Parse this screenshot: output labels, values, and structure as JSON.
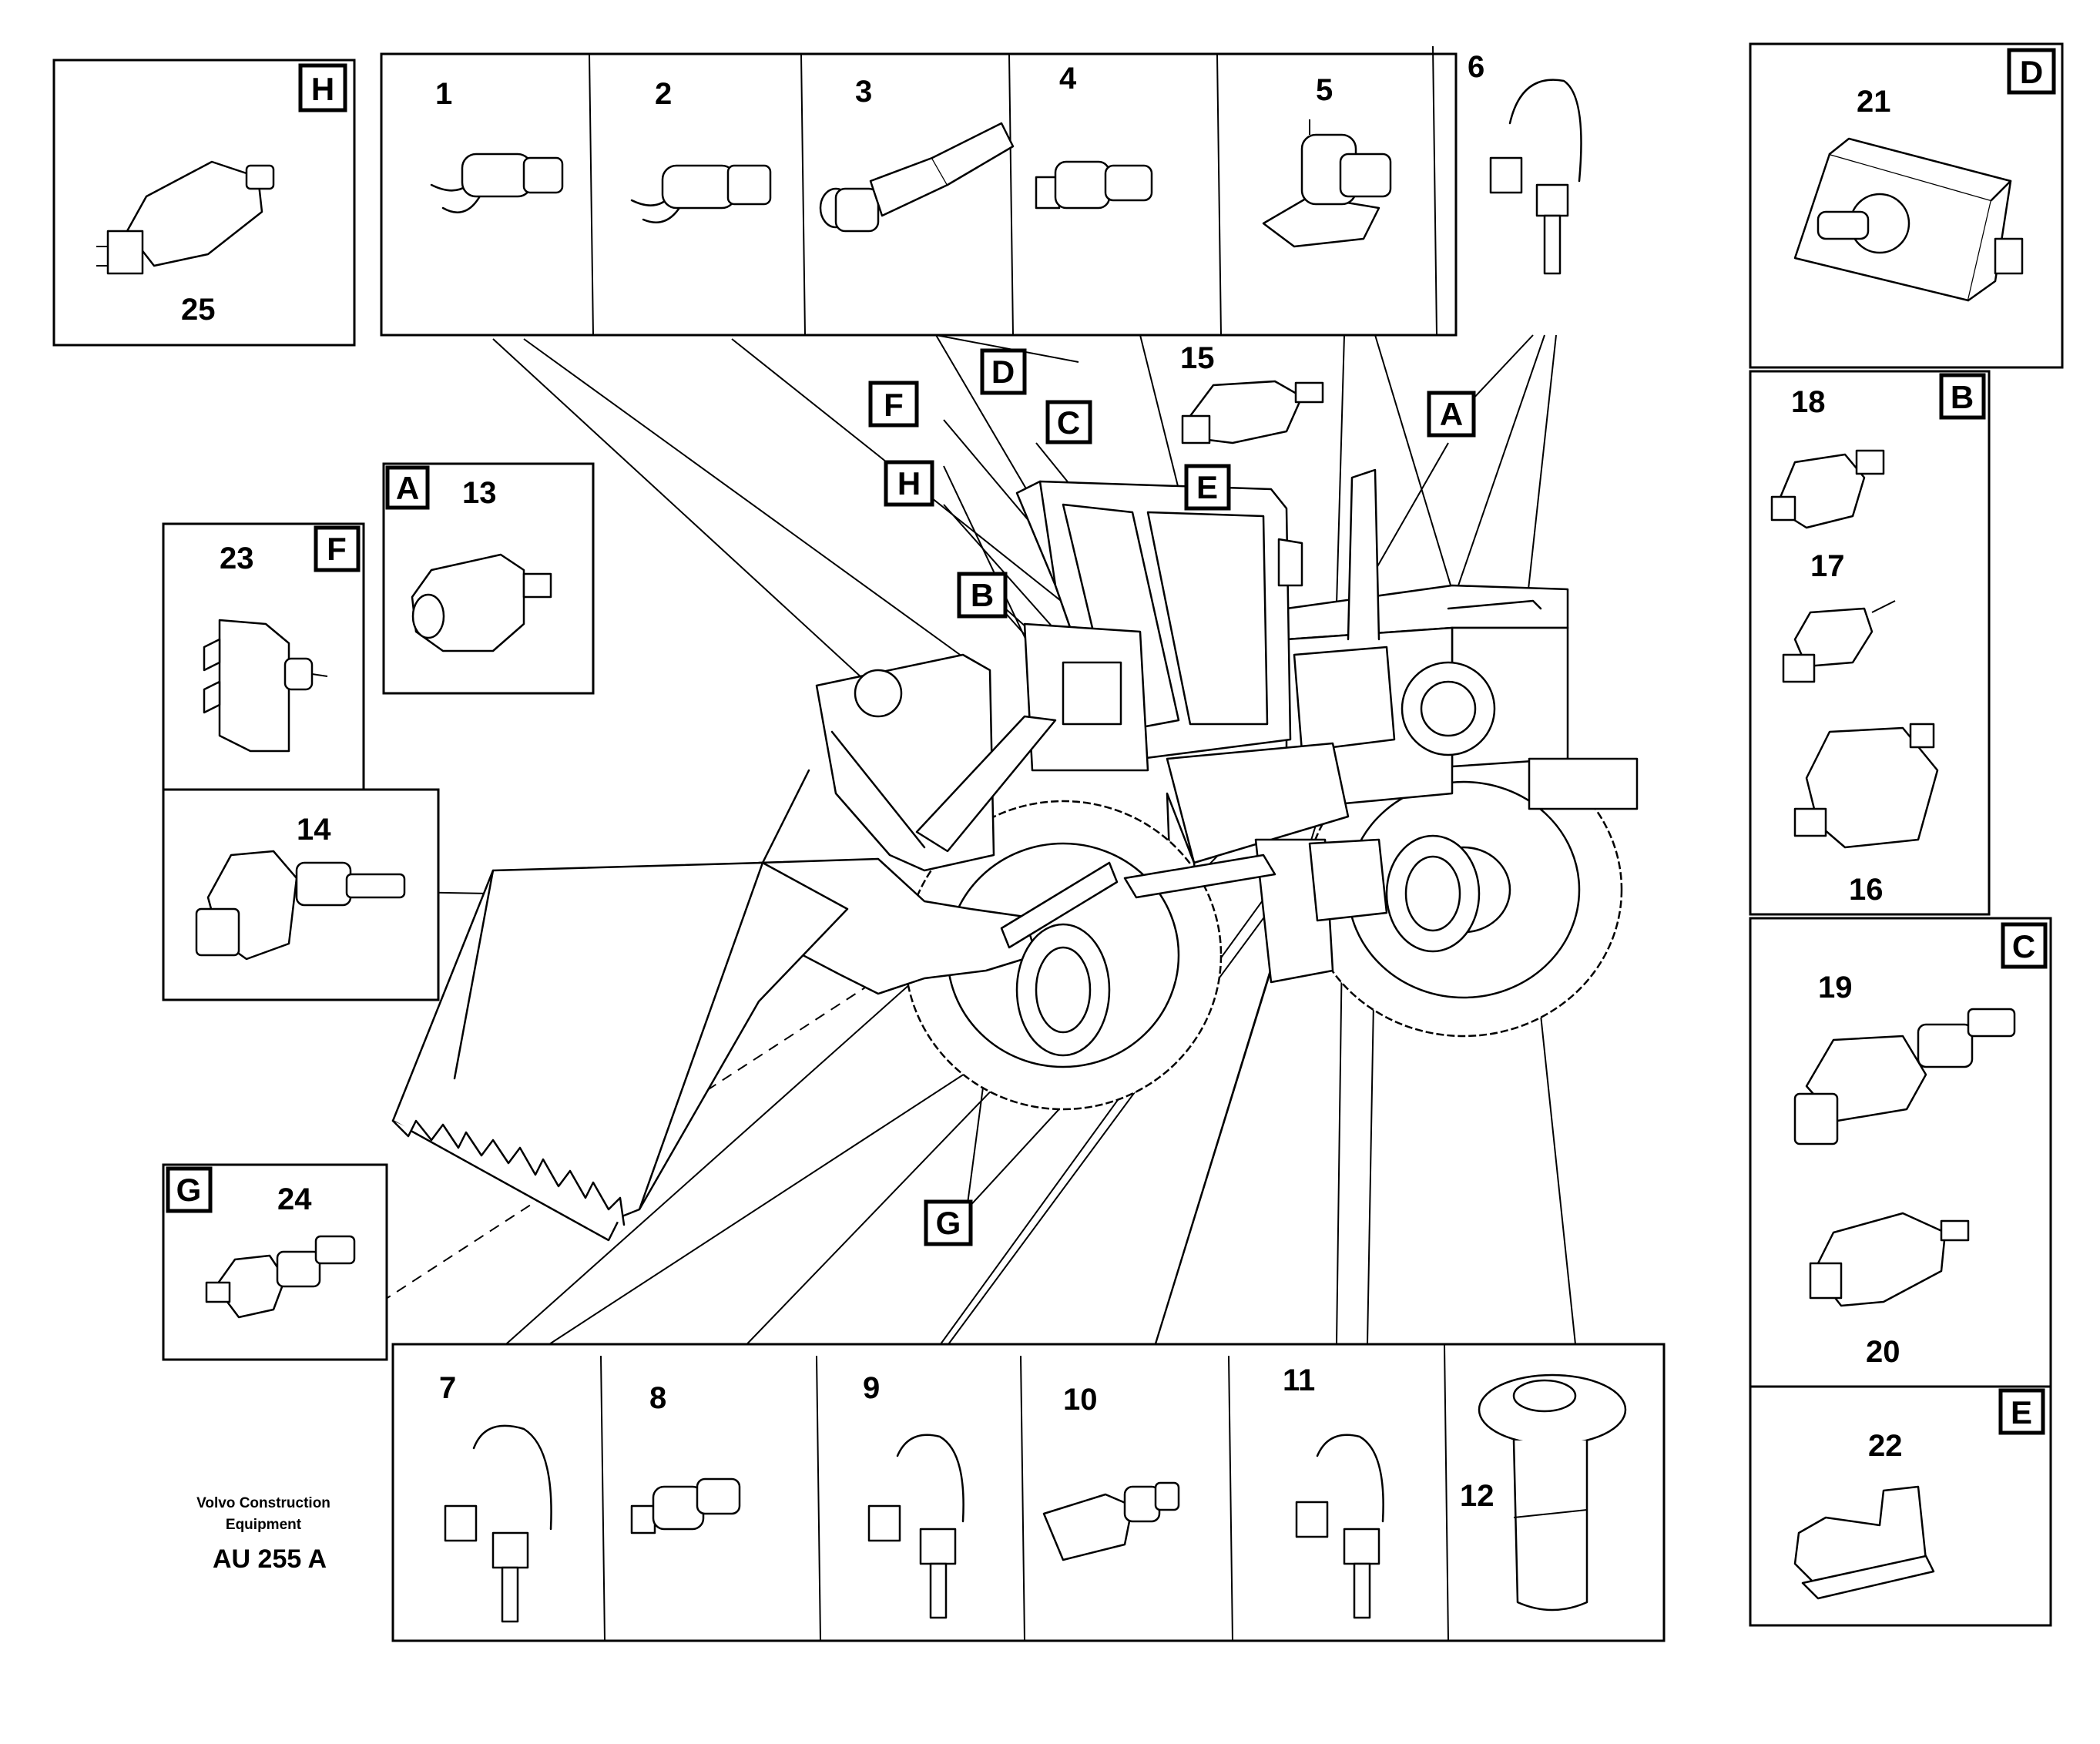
{
  "credit": {
    "line1": "Volvo Construction",
    "line2": "Equipment",
    "code": "AU 255 A"
  },
  "callouts": {
    "c1": "1",
    "c2": "2",
    "c3": "3",
    "c4": "4",
    "c5": "5",
    "c6": "6",
    "c7": "7",
    "c8": "8",
    "c9": "9",
    "c10": "10",
    "c11": "11",
    "c12": "12",
    "c13": "13",
    "c14": "14",
    "c15": "15",
    "c16": "16",
    "c17": "17",
    "c18": "18",
    "c19": "19",
    "c20": "20",
    "c21": "21",
    "c22": "22",
    "c23": "23",
    "c24": "24",
    "c25": "25"
  },
  "views": {
    "A": "A",
    "B": "B",
    "C": "C",
    "D": "D",
    "E": "E",
    "F": "F",
    "G": "G",
    "H": "H"
  }
}
